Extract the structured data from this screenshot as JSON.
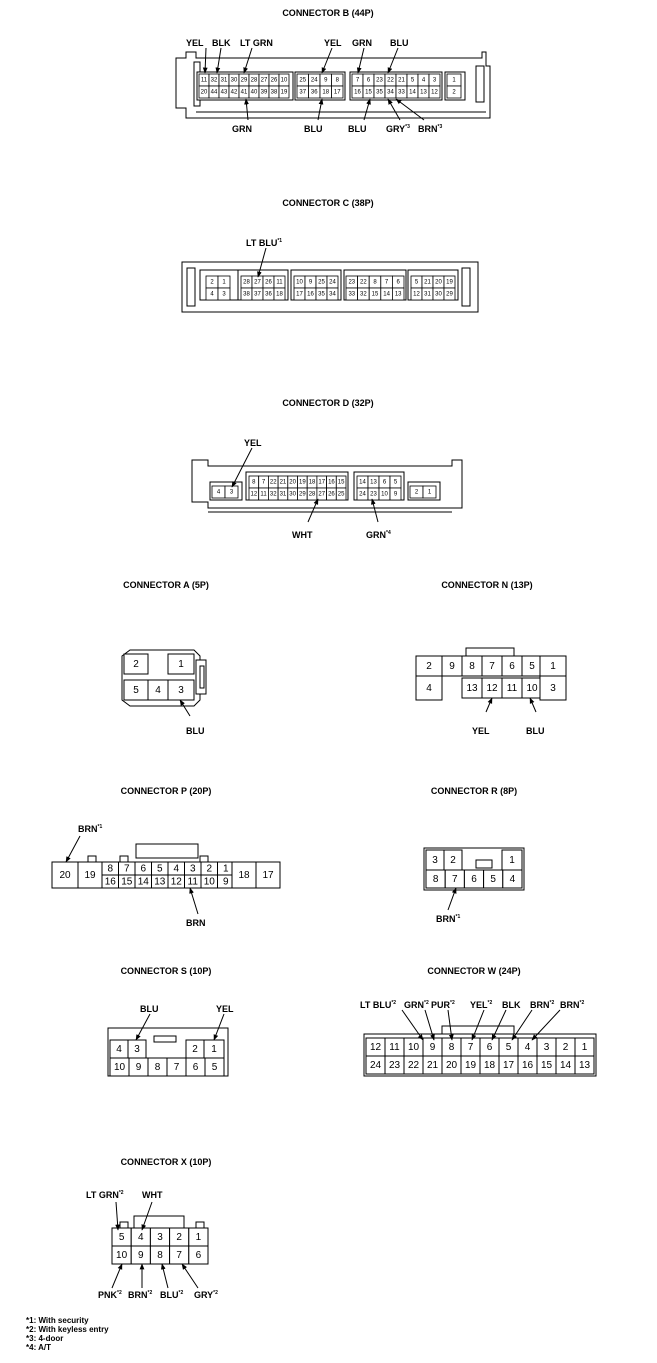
{
  "titles": {
    "B": "CONNECTOR B (44P)",
    "C": "CONNECTOR C (38P)",
    "D": "CONNECTOR D (32P)",
    "A": "CONNECTOR A (5P)",
    "N": "CONNECTOR N (13P)",
    "P": "CONNECTOR P (20P)",
    "R": "CONNECTOR R (8P)",
    "S": "CONNECTOR S (10P)",
    "W": "CONNECTOR W (24P)",
    "X": "CONNECTOR X (10P)"
  },
  "pins": {
    "B": {
      "g1": [
        [
          "11",
          "32",
          "31",
          "30",
          "29",
          "28",
          "27",
          "26",
          "10"
        ],
        [
          "20",
          "44",
          "43",
          "42",
          "41",
          "40",
          "39",
          "38",
          "19"
        ]
      ],
      "g2": [
        [
          "25",
          "24",
          "9",
          "8"
        ],
        [
          "37",
          "36",
          "18",
          "17"
        ]
      ],
      "g3": [
        [
          "7",
          "6",
          "23",
          "22",
          "21",
          "5",
          "4",
          "3"
        ],
        [
          "16",
          "15",
          "35",
          "34",
          "33",
          "14",
          "13",
          "12"
        ]
      ],
      "g4": [
        [
          "1"
        ],
        [
          "2"
        ]
      ]
    },
    "C": {
      "g1": [
        [
          "2",
          "1"
        ],
        [
          "4",
          "3"
        ]
      ],
      "g2": [
        [
          "28",
          "27",
          "26",
          "11"
        ],
        [
          "38",
          "37",
          "36",
          "18"
        ]
      ],
      "g3": [
        [
          "10",
          "9",
          "25",
          "24"
        ],
        [
          "17",
          "16",
          "35",
          "34"
        ]
      ],
      "g4": [
        [
          "23",
          "22",
          "8",
          "7",
          "6"
        ],
        [
          "33",
          "32",
          "15",
          "14",
          "13"
        ]
      ],
      "g5": [
        [
          "5",
          "21",
          "20",
          "19"
        ],
        [
          "12",
          "31",
          "30",
          "29"
        ]
      ]
    },
    "D": {
      "g1": [
        [
          "4",
          "3"
        ]
      ],
      "g2": [
        [
          "8",
          "7",
          "22",
          "21",
          "20",
          "19",
          "18",
          "17",
          "16",
          "15"
        ],
        [
          "12",
          "11",
          "32",
          "31",
          "30",
          "29",
          "28",
          "27",
          "26",
          "25"
        ]
      ],
      "g3": [
        [
          "14",
          "13",
          "6",
          "5"
        ],
        [
          "24",
          "23",
          "10",
          "9"
        ]
      ],
      "g4": [
        [
          "2",
          "1"
        ]
      ]
    },
    "A": [
      "2",
      "1",
      "5",
      "4",
      "3"
    ],
    "N": [
      "2",
      "9",
      "8",
      "7",
      "6",
      "5",
      "1",
      "4",
      "13",
      "12",
      "11",
      "10",
      "3"
    ],
    "P": [
      "20",
      "19",
      "8",
      "7",
      "6",
      "5",
      "4",
      "3",
      "2",
      "1",
      "16",
      "15",
      "14",
      "13",
      "12",
      "11",
      "10",
      "9",
      "18",
      "17"
    ],
    "R": [
      [
        "3",
        "2",
        "1"
      ],
      [
        "8",
        "7",
        "6",
        "5",
        "4"
      ]
    ],
    "S": [
      [
        "4",
        "3",
        "2",
        "1"
      ],
      [
        "10",
        "9",
        "8",
        "7",
        "6",
        "5"
      ]
    ],
    "W": [
      [
        "12",
        "11",
        "10",
        "9",
        "8",
        "7",
        "6",
        "5",
        "4",
        "3",
        "2",
        "1"
      ],
      [
        "24",
        "23",
        "22",
        "21",
        "20",
        "19",
        "18",
        "17",
        "16",
        "15",
        "14",
        "13"
      ]
    ],
    "X": [
      [
        "5",
        "4",
        "3",
        "2",
        "1"
      ],
      [
        "10",
        "9",
        "8",
        "7",
        "6"
      ]
    ]
  },
  "wires": {
    "B": [
      {
        "text": "YEL",
        "sup": ""
      },
      {
        "text": "BLK",
        "sup": ""
      },
      {
        "text": "LT GRN",
        "sup": ""
      },
      {
        "text": "YEL",
        "sup": ""
      },
      {
        "text": "GRN",
        "sup": ""
      },
      {
        "text": "BLU",
        "sup": ""
      },
      {
        "text": "GRN",
        "sup": ""
      },
      {
        "text": "BLU",
        "sup": ""
      },
      {
        "text": "BLU",
        "sup": ""
      },
      {
        "text": "GRY",
        "sup": "*3"
      },
      {
        "text": "BRN",
        "sup": "*3"
      }
    ],
    "C": [
      {
        "text": "LT BLU",
        "sup": "*1"
      }
    ],
    "D": [
      {
        "text": "YEL",
        "sup": ""
      },
      {
        "text": "WHT",
        "sup": ""
      },
      {
        "text": "GRN",
        "sup": "*4"
      }
    ],
    "A": [
      {
        "text": "BLU",
        "sup": ""
      }
    ],
    "N": [
      {
        "text": "YEL",
        "sup": ""
      },
      {
        "text": "BLU",
        "sup": ""
      }
    ],
    "P": [
      {
        "text": "BRN",
        "sup": "*1"
      },
      {
        "text": "BRN",
        "sup": ""
      }
    ],
    "R": [
      {
        "text": "BRN",
        "sup": "*1"
      }
    ],
    "S": [
      {
        "text": "BLU",
        "sup": ""
      },
      {
        "text": "YEL",
        "sup": ""
      }
    ],
    "W": [
      {
        "text": "LT BLU",
        "sup": "*2"
      },
      {
        "text": "GRN",
        "sup": "*2"
      },
      {
        "text": "PUR",
        "sup": "*2"
      },
      {
        "text": "YEL",
        "sup": "*2"
      },
      {
        "text": "BLK",
        "sup": ""
      },
      {
        "text": "BRN",
        "sup": "*2"
      },
      {
        "text": "BRN",
        "sup": "*2"
      }
    ],
    "X": [
      {
        "text": "LT GRN",
        "sup": "*2"
      },
      {
        "text": "WHT",
        "sup": ""
      },
      {
        "text": "PNK",
        "sup": "*2"
      },
      {
        "text": "BRN",
        "sup": "*2"
      },
      {
        "text": "BLU",
        "sup": "*2"
      },
      {
        "text": "GRY",
        "sup": "*2"
      }
    ]
  },
  "notes": [
    "*1: With security",
    "*2: With keyless entry",
    "*3: 4-door",
    "*4: A/T"
  ]
}
